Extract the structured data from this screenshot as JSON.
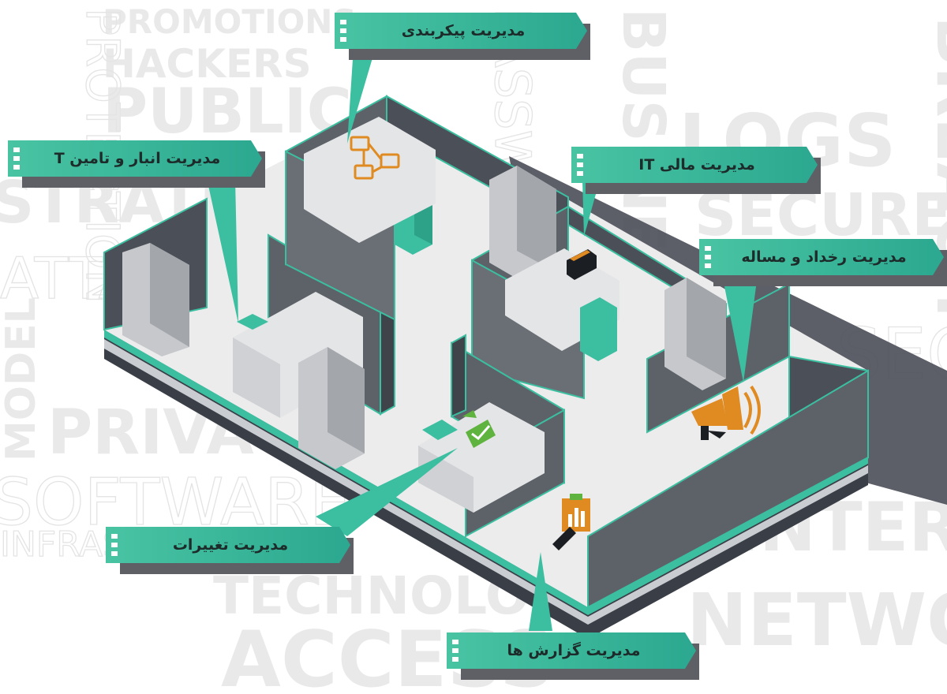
{
  "background_words": [
    "PROMOTIONS",
    "HACKERS",
    "PUBLIC",
    "LOGS",
    "BREACH",
    "PROTECTION",
    "STRATEGY",
    "SECURE",
    "ATTACK",
    "MODEL",
    "PRIVACY",
    "SOFTWARE",
    "INFRASTRUCTURE",
    "TECHNOLOGY",
    "NETWORK",
    "ACCESS",
    "INTERNET",
    "SECURITY",
    "BUSINESS",
    "PASSWORD"
  ],
  "callouts": {
    "config": "مدیریت پیکربندی",
    "inventory": "مدیریت انبار و تامین T",
    "finance": "مدیریت مالی IT",
    "incident": "مدیریت رخداد و مساله",
    "change": "مدیریت تغییرات",
    "reports": "مدیریت گزارش ها"
  },
  "icons": {
    "config": "network-diagram-icon",
    "finance": "wallet-icon",
    "incident": "megaphone-icon",
    "change": "approval-check-icon",
    "reports": "clipboard-chart-icon"
  },
  "colors": {
    "accent": "#3bbfa0",
    "wall": "#5d6168",
    "floor": "#ececec",
    "icon_orange": "#e08a22",
    "icon_dark": "#1b1e23",
    "icon_green": "#5fb33f"
  }
}
